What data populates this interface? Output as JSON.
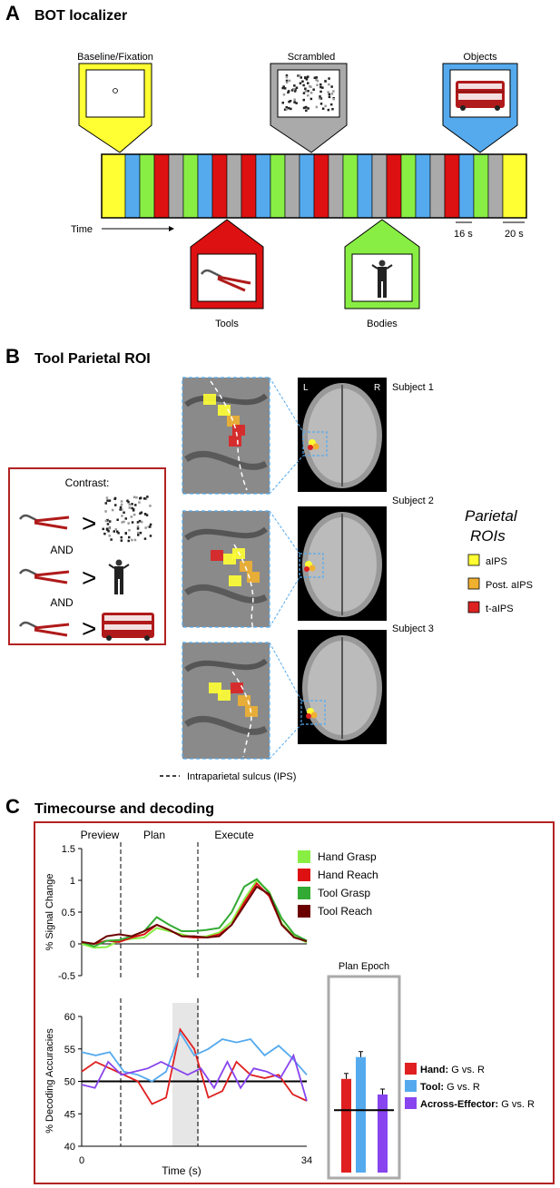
{
  "panel_a": {
    "letter": "A",
    "title": "BOT localizer",
    "callouts": {
      "baseline": "Baseline/Fixation",
      "scrambled": "Scrambled",
      "objects": "Objects",
      "tools": "Tools",
      "bodies": "Bodies"
    },
    "time_label": "Time",
    "scale_16": "16 s",
    "scale_20": "20 s",
    "colors": {
      "baseline": "#ffff33",
      "tools": "#dd1111",
      "bodies": "#88ee44",
      "objects": "#55aaee",
      "scrambled": "#aaaaaa"
    },
    "block_sequence": [
      "baseline",
      "objects",
      "bodies",
      "tools",
      "scrambled",
      "bodies",
      "objects",
      "tools",
      "scrambled",
      "tools",
      "objects",
      "bodies",
      "scrambled",
      "objects",
      "tools",
      "scrambled",
      "bodies",
      "objects",
      "scrambled",
      "tools",
      "bodies",
      "objects",
      "scrambled",
      "tools",
      "objects",
      "bodies",
      "scrambled",
      "baseline"
    ]
  },
  "panel_b": {
    "letter": "B",
    "title": "Tool Parietal ROI",
    "contrast_label": "Contrast:",
    "gt": ">",
    "and1": "AND",
    "and2": "AND",
    "subjects": [
      "Subject 1",
      "Subject 2",
      "Subject 3"
    ],
    "hemisphere_left": "L",
    "hemisphere_right": "R",
    "legend_title_line1": "Parietal",
    "legend_title_line2": "ROIs",
    "legend": [
      {
        "label": "aIPS",
        "color": "#ffff33"
      },
      {
        "label": "Post. aIPS",
        "color": "#f0b030"
      },
      {
        "label": "t-aIPS",
        "color": "#dd2222"
      }
    ],
    "ips_label": "Intraparietal sulcus (IPS)"
  },
  "panel_c": {
    "letter": "C",
    "title": "Timecourse and decoding",
    "phases": [
      "Preview",
      "Plan",
      "Execute"
    ],
    "plan_epoch_title": "Plan Epoch",
    "bar_legend": [
      {
        "bold": "Hand:",
        "rest": " G vs. R",
        "color": "#e02020"
      },
      {
        "bold": "Tool:",
        "rest": " G vs. R",
        "color": "#55aaee"
      },
      {
        "bold": "Across-Effector:",
        "rest": " G vs. R",
        "color": "#8844ee"
      }
    ]
  },
  "chart_data": [
    {
      "type": "line",
      "ylabel": "% Signal Change",
      "ylim": [
        -0.5,
        1.5
      ],
      "yticks": [
        "-0.5",
        "0",
        "0.5",
        "1",
        "1.5"
      ],
      "xlim": [
        0,
        34
      ],
      "x": [
        0,
        2,
        4,
        6,
        8,
        10,
        12,
        14,
        16,
        18,
        20,
        22,
        24,
        26,
        28,
        30,
        32,
        34
      ],
      "series": [
        {
          "name": "Hand Grasp",
          "color": "#88ee44",
          "values": [
            0.0,
            -0.06,
            -0.05,
            0.05,
            0.08,
            0.1,
            0.25,
            0.2,
            0.15,
            0.1,
            0.12,
            0.18,
            0.35,
            0.7,
            1.0,
            0.82,
            0.32,
            0.12,
            0.02
          ]
        },
        {
          "name": "Hand Reach",
          "color": "#dd1111",
          "values": [
            0.02,
            0.0,
            0.05,
            0.03,
            0.1,
            0.15,
            0.3,
            0.22,
            0.12,
            0.1,
            0.1,
            0.15,
            0.3,
            0.65,
            0.95,
            0.75,
            0.3,
            0.1,
            0.05
          ]
        },
        {
          "name": "Tool Grasp",
          "color": "#33aa33",
          "values": [
            0.03,
            -0.04,
            0.05,
            0.06,
            0.12,
            0.2,
            0.42,
            0.3,
            0.2,
            0.2,
            0.22,
            0.25,
            0.5,
            0.9,
            1.02,
            0.8,
            0.4,
            0.15,
            0.05
          ]
        },
        {
          "name": "Tool Reach",
          "color": "#6b0000",
          "values": [
            0.03,
            0.0,
            0.12,
            0.15,
            0.12,
            0.2,
            0.3,
            0.22,
            0.12,
            0.12,
            0.1,
            0.12,
            0.3,
            0.6,
            0.9,
            0.78,
            0.3,
            0.1,
            0.04
          ]
        }
      ]
    },
    {
      "type": "line",
      "ylabel": "% Decoding Accuracies",
      "xlabel": "Time (s)",
      "ylim": [
        40,
        60
      ],
      "yticks": [
        "40",
        "45",
        "50",
        "55",
        "60"
      ],
      "xlim": [
        0,
        34
      ],
      "xticks": [
        "0",
        "34"
      ],
      "chance": 50,
      "x": [
        0,
        2,
        4,
        6,
        8,
        10,
        12,
        14,
        16,
        18,
        20,
        22,
        24,
        26,
        28,
        30,
        32,
        34
      ],
      "series": [
        {
          "name": "Hand",
          "color": "#e02020",
          "values": [
            51.5,
            53,
            52,
            51,
            50,
            46.5,
            47.5,
            58,
            55,
            47.5,
            48.5,
            53,
            51,
            50.5,
            51,
            48,
            47
          ]
        },
        {
          "name": "Tool",
          "color": "#55aaee",
          "values": [
            54.5,
            54,
            54.5,
            51.5,
            51,
            50,
            51.5,
            57.5,
            54,
            55,
            56.5,
            56,
            56.5,
            54,
            55.5,
            53.5,
            51
          ]
        },
        {
          "name": "Across-Effector",
          "color": "#8844ee",
          "values": [
            49.5,
            49,
            53,
            51,
            51.5,
            52,
            53,
            52,
            51,
            52,
            49,
            53,
            49,
            52,
            51.5,
            50.5,
            54,
            47
          ]
        }
      ],
      "plan_epoch_bars": [
        {
          "name": "Hand",
          "value": 55,
          "color": "#e02020"
        },
        {
          "name": "Tool",
          "value": 58.5,
          "color": "#55aaee"
        },
        {
          "name": "Across-Effector",
          "value": 52.5,
          "color": "#8844ee"
        }
      ]
    }
  ]
}
